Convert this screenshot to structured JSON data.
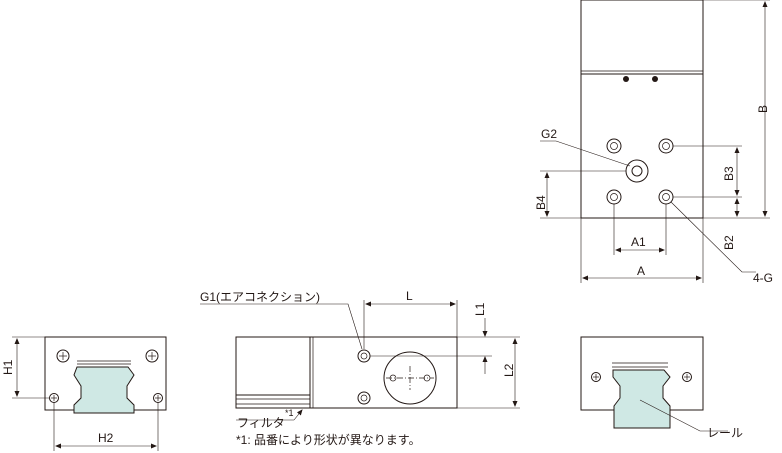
{
  "labels": {
    "B": "B",
    "B2": "B2",
    "B3": "B3",
    "B4": "B4",
    "A": "A",
    "A1": "A1",
    "G2": "G2",
    "four_G": "4-G",
    "H1": "H1",
    "H2": "H2",
    "L": "L",
    "L1": "L1",
    "L2": "L2",
    "G1_air": "G1(エアコネクション)",
    "filter": "フィルタ",
    "filter_mark": "*1",
    "note": "*1:  品番により形状が異なります。",
    "rail": "レール"
  },
  "colors": {
    "line": "#231815",
    "rail_fill": "#cfe8e4",
    "background": "#ffffff"
  }
}
